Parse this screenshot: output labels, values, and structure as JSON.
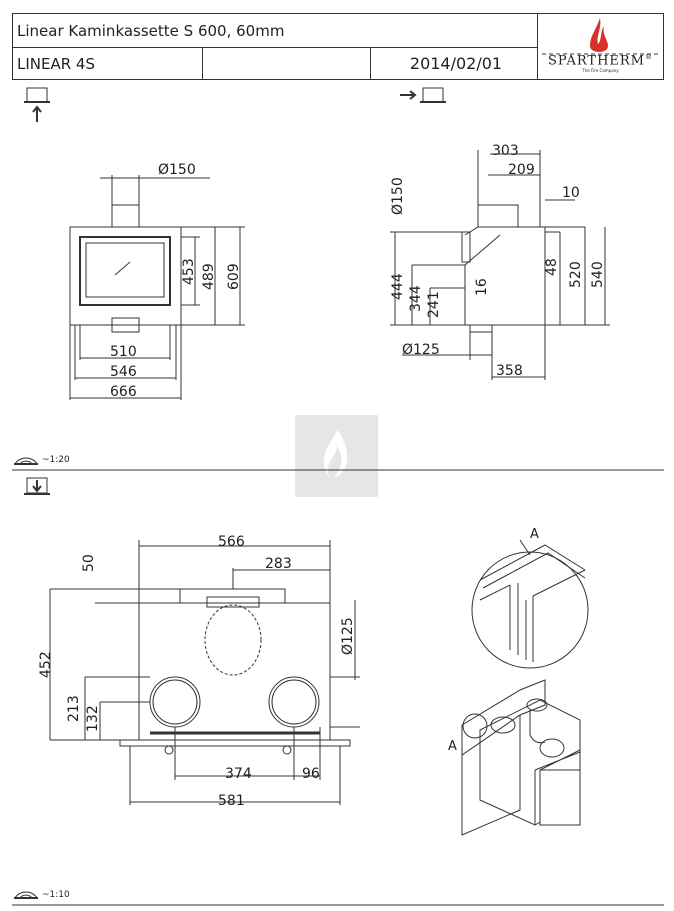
{
  "header": {
    "title": "Linear Kaminkassette S 600, 60mm",
    "model": "LINEAR 4S",
    "blank": "",
    "date": "2014/02/01",
    "logo": {
      "brand": "SPARTHERM",
      "registered": "®",
      "tagline": "The Fire Company",
      "flame_color": "#d9302b"
    }
  },
  "front_view": {
    "flue": "Ø150",
    "h1": "453",
    "h2": "489",
    "h3": "609",
    "w1": "510",
    "w2": "546",
    "w3": "666"
  },
  "side_view": {
    "d1": "303",
    "d2": "209",
    "d3": "10",
    "flue": "Ø150",
    "h444": "444",
    "h344": "344",
    "h241": "241",
    "h16": "16",
    "h48": "48",
    "h520": "520",
    "h540": "540",
    "outlet": "Ø125",
    "depth": "358"
  },
  "scale_top": "~1:20",
  "top_view": {
    "w566": "566",
    "w283": "283",
    "h50": "50",
    "h452": "452",
    "d125": "Ø125",
    "h213": "213",
    "h132": "132",
    "w374": "374",
    "w96": "96",
    "w581": "581"
  },
  "detail": {
    "label_top": "A",
    "label_iso": "A"
  },
  "scale_bottom": "~1:10"
}
